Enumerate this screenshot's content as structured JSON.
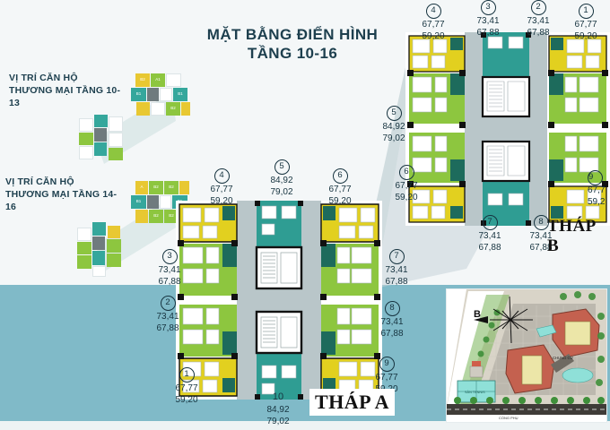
{
  "title": {
    "line1": "MẶT BẰNG ĐIỂN HÌNH",
    "line2": "TẦNG 10-16"
  },
  "side_labels": {
    "commercial_10_13": "VỊ TRÍ CĂN HỘ\nTHƯƠNG MẠI TẦNG 10-13",
    "commercial_10_13_l1": "VỊ TRÍ CĂN HỘ",
    "commercial_10_13_l2": "THƯƠNG MẠI TẦNG 10-13",
    "commercial_14_16_l1": "VỊ TRÍ CĂN HỘ",
    "commercial_14_16_l2": "THƯƠNG MẠI TẦNG 14-16"
  },
  "towers": {
    "a": {
      "name": "THÁP A"
    },
    "b": {
      "name": "THÁP B"
    }
  },
  "tower_a_units": [
    {
      "num": "1",
      "area_gross": "67,77",
      "area_net": "59,20"
    },
    {
      "num": "2",
      "area_gross": "73,41",
      "area_net": "67,88"
    },
    {
      "num": "3",
      "area_gross": "73,41",
      "area_net": "67,88"
    },
    {
      "num": "4",
      "area_gross": "67,77",
      "area_net": "59,20"
    },
    {
      "num": "5",
      "area_gross": "84,92",
      "area_net": "79,02"
    },
    {
      "num": "6",
      "area_gross": "67,77",
      "area_net": "59,20"
    },
    {
      "num": "7",
      "area_gross": "73,41",
      "area_net": "67,88"
    },
    {
      "num": "8",
      "area_gross": "73,41",
      "area_net": "67,88"
    },
    {
      "num": "9",
      "area_gross": "67,77",
      "area_net": "59,20"
    },
    {
      "num": "10",
      "area_gross": "84,92",
      "area_net": "79,02"
    }
  ],
  "tower_b_units": [
    {
      "num": "4",
      "area_gross": "67,77",
      "area_net": "59,20"
    },
    {
      "num": "3",
      "area_gross": "73,41",
      "area_net": "67,88"
    },
    {
      "num": "2",
      "area_gross": "73,41",
      "area_net": "67,88"
    },
    {
      "num": "1",
      "area_gross": "67,77",
      "area_net": "59,20"
    },
    {
      "num": "5",
      "area_gross": "84,92",
      "area_net": "79,02"
    },
    {
      "num": "6",
      "area_gross": "67,77",
      "area_net": "59,20"
    },
    {
      "num": "7",
      "area_gross": "73,41",
      "area_net": "67,88"
    },
    {
      "num": "8",
      "area_gross": "73,41",
      "area_net": "67,88"
    },
    {
      "num": "9",
      "area_gross": "67,7",
      "area_net": "59,2"
    }
  ],
  "thumbnails": {
    "top": {
      "cells": [
        "B2",
        "A1",
        "",
        "B1",
        "A1",
        "B1",
        "A2",
        "B2",
        "A"
      ]
    },
    "bottom": {
      "cells": [
        "A",
        "B2",
        "B2",
        "B1",
        "B1",
        "B2",
        "B2",
        "A",
        "B1"
      ]
    }
  },
  "site_map": {
    "compass": "B",
    "labels": {
      "chung_cu": "CHUNG CƯ",
      "san_tennis": "SÂN TENNIS",
      "cong_phu": "CỔNG PHỤ"
    }
  },
  "colors": {
    "teal_band": "#80bac8",
    "unit_green": "#8dc63f",
    "unit_yellow": "#e8c832",
    "unit_teal": "#35a79c",
    "unit_darkgreen": "#1d6b5c",
    "corridor": "#b9c6c9",
    "text_dark": "#16333f"
  }
}
